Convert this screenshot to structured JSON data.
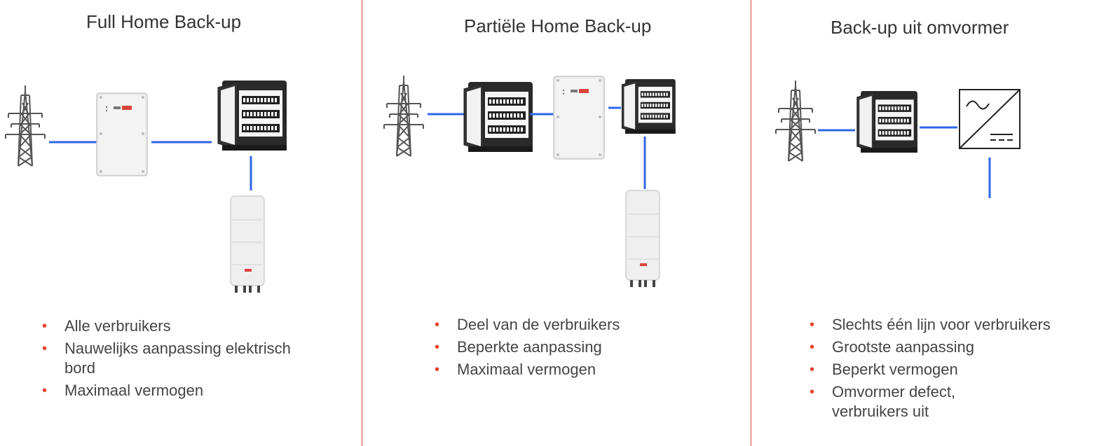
{
  "columns": [
    {
      "title": "Full Home Back-up",
      "bullets": [
        "Alle verbruikers",
        "Nauwelijks aanpassing elektrisch bord",
        "Maximaal vermogen"
      ]
    },
    {
      "title": "Partiële Home Back-up",
      "bullets": [
        "Deel van de verbruikers",
        "Beperkte aanpassing",
        "Maximaal vermogen"
      ]
    },
    {
      "title": "Back-up uit omvormer",
      "bullets": [
        "Slechts één lijn voor verbruikers",
        "Grootste aanpassing",
        "Beperkt vermogen",
        "Omvormer defect, verbruikers uit"
      ]
    }
  ],
  "colors": {
    "line": "#2f66e6",
    "divider": "#d9443a",
    "bullet": "#e8412b"
  }
}
